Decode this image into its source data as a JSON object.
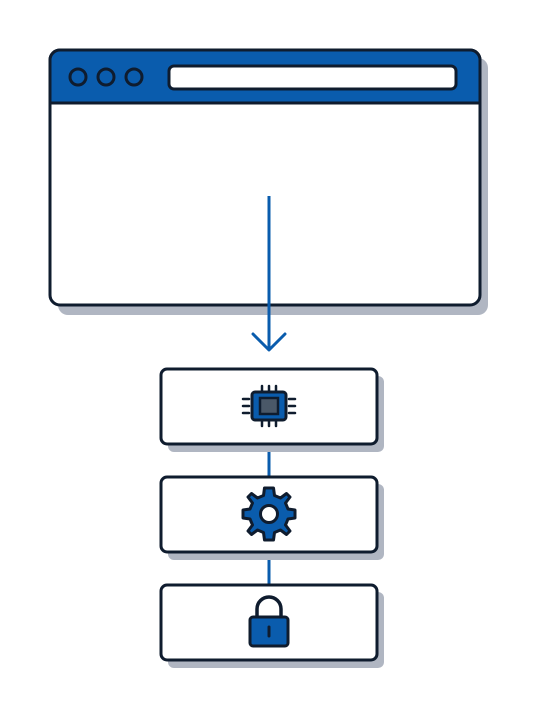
{
  "diagram": {
    "browser_window": {
      "window_controls": [
        "dot",
        "dot",
        "dot"
      ],
      "address_bar": "",
      "content": ""
    },
    "connector": {
      "direction": "down",
      "from": "browser_window",
      "to": "stack"
    },
    "stack": [
      {
        "icon": "cpu-chip-icon"
      },
      {
        "icon": "gear-icon"
      },
      {
        "icon": "padlock-icon"
      }
    ]
  },
  "colors": {
    "accent": "#0a5cad",
    "outline": "#0f1c2e",
    "shadow": "#b0b6c2",
    "window_body": "#ffffff",
    "chip_core": "#4a5868"
  }
}
